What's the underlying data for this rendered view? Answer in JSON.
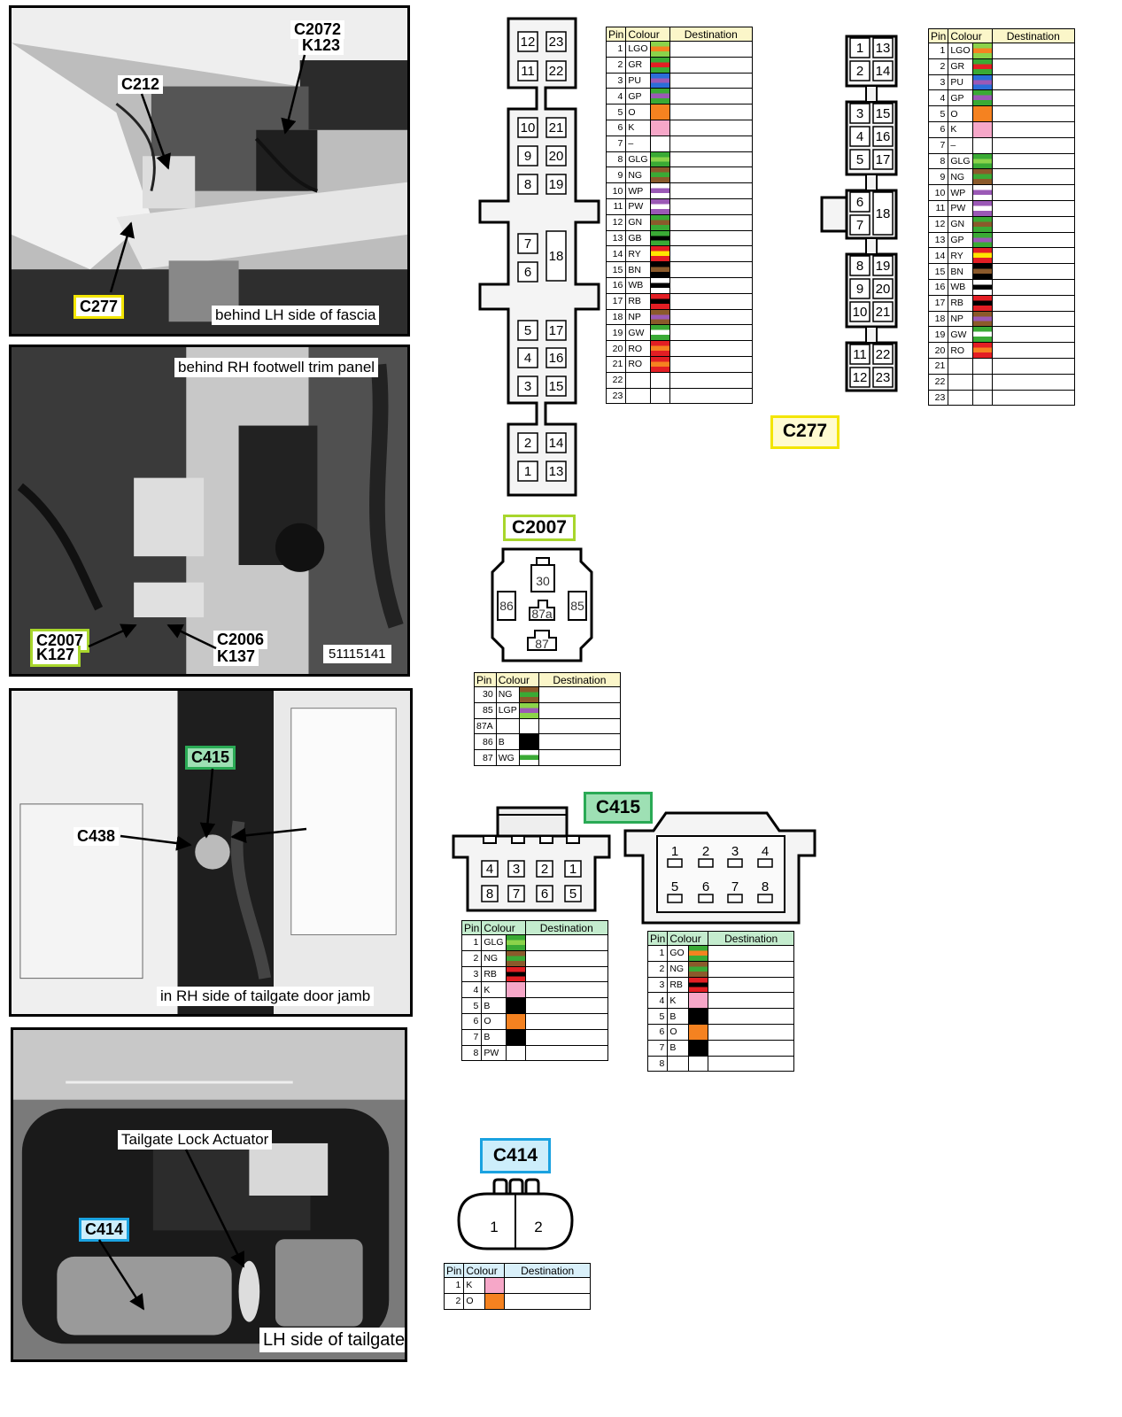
{
  "photos": [
    {
      "caption": "behind LH side of fascia",
      "labels": [
        "C2072",
        "K123",
        "C212",
        "C277"
      ]
    },
    {
      "caption": "behind RH footwell trim panel",
      "labels": [
        "C2007",
        "K127",
        "C2006",
        "K137"
      ],
      "id_text": "51115141"
    },
    {
      "caption": "in RH side of tailgate door jamb",
      "labels": [
        "C415",
        "C438"
      ]
    },
    {
      "caption": "LH side of tailgate",
      "labels": [
        "Tailgate Lock Actuator",
        "C414"
      ]
    }
  ],
  "connectors": {
    "c277": {
      "label": "C277",
      "headers": [
        "Pin",
        "Colour",
        "Destination"
      ],
      "left_table": [
        {
          "pin": "1",
          "code": "LGO",
          "c": [
            "#8bd34a",
            "#f58220"
          ]
        },
        {
          "pin": "2",
          "code": "GR",
          "c": [
            "#3aaa35",
            "#e31e24"
          ]
        },
        {
          "pin": "3",
          "code": "PU",
          "c": [
            "#2b6ed8",
            "#9b59b6"
          ]
        },
        {
          "pin": "4",
          "code": "GP",
          "c": [
            "#3aaa35",
            "#9b59b6"
          ]
        },
        {
          "pin": "5",
          "code": "O",
          "c": [
            "#f58220"
          ]
        },
        {
          "pin": "6",
          "code": "K",
          "c": [
            "#f6a7c8"
          ]
        },
        {
          "pin": "7",
          "code": "–",
          "c": []
        },
        {
          "pin": "8",
          "code": "GLG",
          "c": [
            "#3aaa35",
            "#8bd34a"
          ]
        },
        {
          "pin": "9",
          "code": "NG",
          "c": [
            "#8b5a2b",
            "#3aaa35"
          ]
        },
        {
          "pin": "10",
          "code": "WP",
          "c": [
            "#ffffff",
            "#9b59b6"
          ]
        },
        {
          "pin": "11",
          "code": "PW",
          "c": [
            "#9b59b6",
            "#ffffff"
          ]
        },
        {
          "pin": "12",
          "code": "GN",
          "c": [
            "#3aaa35",
            "#8b5a2b"
          ]
        },
        {
          "pin": "13",
          "code": "GB",
          "c": [
            "#3aaa35",
            "#000000"
          ]
        },
        {
          "pin": "14",
          "code": "RY",
          "c": [
            "#e31e24",
            "#ffe600"
          ]
        },
        {
          "pin": "15",
          "code": "BN",
          "c": [
            "#000000",
            "#8b5a2b"
          ]
        },
        {
          "pin": "16",
          "code": "WB",
          "c": [
            "#ffffff",
            "#000000"
          ]
        },
        {
          "pin": "17",
          "code": "RB",
          "c": [
            "#e31e24",
            "#000000"
          ]
        },
        {
          "pin": "18",
          "code": "NP",
          "c": [
            "#8b5a2b",
            "#9b59b6"
          ]
        },
        {
          "pin": "19",
          "code": "GW",
          "c": [
            "#3aaa35",
            "#ffffff"
          ]
        },
        {
          "pin": "20",
          "code": "RO",
          "c": [
            "#e31e24",
            "#f58220"
          ]
        },
        {
          "pin": "21",
          "code": "RO",
          "c": [
            "#e31e24",
            "#f58220"
          ]
        },
        {
          "pin": "22",
          "code": "",
          "c": []
        },
        {
          "pin": "23",
          "code": "",
          "c": []
        }
      ],
      "right_table": [
        {
          "pin": "1",
          "code": "LGO",
          "c": [
            "#8bd34a",
            "#f58220"
          ]
        },
        {
          "pin": "2",
          "code": "GR",
          "c": [
            "#3aaa35",
            "#e31e24"
          ]
        },
        {
          "pin": "3",
          "code": "PU",
          "c": [
            "#2b6ed8",
            "#9b59b6"
          ]
        },
        {
          "pin": "4",
          "code": "GP",
          "c": [
            "#3aaa35",
            "#9b59b6"
          ]
        },
        {
          "pin": "5",
          "code": "O",
          "c": [
            "#f58220"
          ]
        },
        {
          "pin": "6",
          "code": "K",
          "c": [
            "#f6a7c8"
          ]
        },
        {
          "pin": "7",
          "code": "–",
          "c": []
        },
        {
          "pin": "8",
          "code": "GLG",
          "c": [
            "#3aaa35",
            "#8bd34a"
          ]
        },
        {
          "pin": "9",
          "code": "NG",
          "c": [
            "#8b5a2b",
            "#3aaa35"
          ]
        },
        {
          "pin": "10",
          "code": "WP",
          "c": [
            "#ffffff",
            "#9b59b6"
          ]
        },
        {
          "pin": "11",
          "code": "PW",
          "c": [
            "#9b59b6",
            "#ffffff"
          ]
        },
        {
          "pin": "12",
          "code": "GN",
          "c": [
            "#3aaa35",
            "#8b5a2b"
          ]
        },
        {
          "pin": "13",
          "code": "GP",
          "c": [
            "#3aaa35",
            "#9b59b6"
          ]
        },
        {
          "pin": "14",
          "code": "RY",
          "c": [
            "#e31e24",
            "#ffe600"
          ]
        },
        {
          "pin": "15",
          "code": "BN",
          "c": [
            "#000000",
            "#8b5a2b"
          ]
        },
        {
          "pin": "16",
          "code": "WB",
          "c": [
            "#ffffff",
            "#000000"
          ]
        },
        {
          "pin": "17",
          "code": "RB",
          "c": [
            "#e31e24",
            "#000000"
          ]
        },
        {
          "pin": "18",
          "code": "NP",
          "c": [
            "#8b5a2b",
            "#9b59b6"
          ]
        },
        {
          "pin": "19",
          "code": "GW",
          "c": [
            "#3aaa35",
            "#ffffff"
          ]
        },
        {
          "pin": "20",
          "code": "RO",
          "c": [
            "#e31e24",
            "#f58220"
          ]
        },
        {
          "pin": "21",
          "code": "",
          "c": []
        },
        {
          "pin": "22",
          "code": "",
          "c": []
        },
        {
          "pin": "23",
          "code": "",
          "c": []
        }
      ]
    },
    "c2007": {
      "label": "C2007",
      "terminals": [
        "30",
        "86",
        "87a",
        "85",
        "87"
      ],
      "headers": [
        "Pin",
        "Colour",
        "Destination"
      ],
      "table": [
        {
          "pin": "30",
          "code": "NG",
          "c": [
            "#8b5a2b",
            "#3aaa35"
          ]
        },
        {
          "pin": "85",
          "code": "LGP",
          "c": [
            "#8bd34a",
            "#9b59b6"
          ]
        },
        {
          "pin": "87A",
          "code": "",
          "c": []
        },
        {
          "pin": "86",
          "code": "B",
          "c": [
            "#000000"
          ]
        },
        {
          "pin": "87",
          "code": "WG",
          "c": [
            "#ffffff",
            "#3aaa35"
          ]
        }
      ]
    },
    "c415": {
      "label": "C415",
      "headers": [
        "Pin",
        "Colour",
        "Destination"
      ],
      "left_table": [
        {
          "pin": "1",
          "code": "GLG",
          "c": [
            "#3aaa35",
            "#8bd34a"
          ]
        },
        {
          "pin": "2",
          "code": "NG",
          "c": [
            "#8b5a2b",
            "#3aaa35"
          ]
        },
        {
          "pin": "3",
          "code": "RB",
          "c": [
            "#e31e24",
            "#000000"
          ]
        },
        {
          "pin": "4",
          "code": "K",
          "c": [
            "#f6a7c8"
          ]
        },
        {
          "pin": "5",
          "code": "B",
          "c": [
            "#000000"
          ]
        },
        {
          "pin": "6",
          "code": "O",
          "c": [
            "#f58220"
          ]
        },
        {
          "pin": "7",
          "code": "B",
          "c": [
            "#000000"
          ]
        },
        {
          "pin": "8",
          "code": "PW",
          "c": []
        }
      ],
      "right_table": [
        {
          "pin": "1",
          "code": "GO",
          "c": [
            "#3aaa35",
            "#f58220"
          ]
        },
        {
          "pin": "2",
          "code": "NG",
          "c": [
            "#8b5a2b",
            "#3aaa35"
          ]
        },
        {
          "pin": "3",
          "code": "RB",
          "c": [
            "#e31e24",
            "#000000"
          ]
        },
        {
          "pin": "4",
          "code": "K",
          "c": [
            "#f6a7c8"
          ]
        },
        {
          "pin": "5",
          "code": "B",
          "c": [
            "#000000"
          ]
        },
        {
          "pin": "6",
          "code": "O",
          "c": [
            "#f58220"
          ]
        },
        {
          "pin": "7",
          "code": "B",
          "c": [
            "#000000"
          ]
        },
        {
          "pin": "8",
          "code": "",
          "c": []
        }
      ]
    },
    "c414": {
      "label": "C414",
      "terminals": [
        "1",
        "2"
      ],
      "headers": [
        "Pin",
        "Colour",
        "Destination"
      ],
      "table": [
        {
          "pin": "1",
          "code": "K",
          "c": [
            "#f6a7c8"
          ]
        },
        {
          "pin": "2",
          "code": "O",
          "c": [
            "#f58220"
          ]
        }
      ]
    }
  }
}
